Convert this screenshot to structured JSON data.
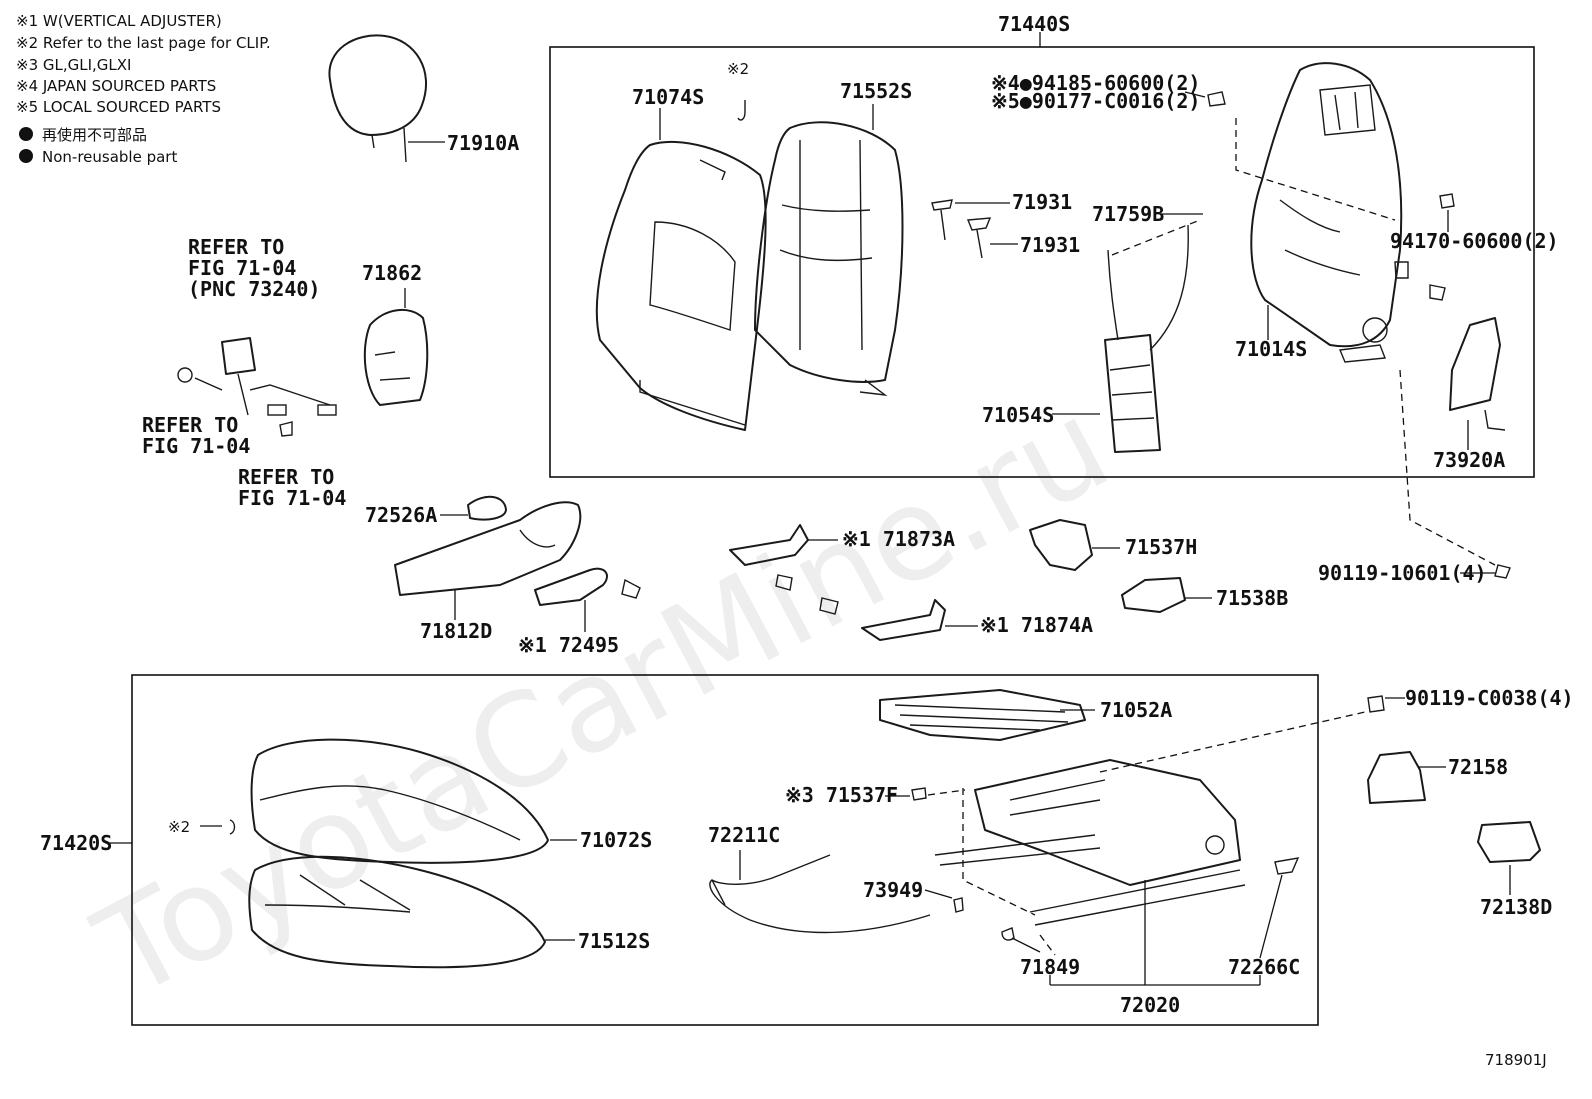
{
  "notes": {
    "n1": "※1 W(VERTICAL ADJUSTER)",
    "n2": "※2 Refer to the last page for CLIP.",
    "n3": "※3 GL,GLI,GLXI",
    "n4": "※4 JAPAN SOURCED PARTS",
    "n5": "※5 LOCAL SOURCED PARTS",
    "n6": "再使用不可部品",
    "n7": "Non-reusable part"
  },
  "watermark": "ToyotaCarMine.ru",
  "figure_code": "718901J",
  "labels": {
    "p71440S": "71440S",
    "p71910A": "71910A",
    "p71074S": "71074S",
    "clip2a": "※2",
    "p71552S": "71552S",
    "p94185": "※4●94185-60600(2)",
    "p90177": "※5●90177-C0016(2)",
    "p71931a": "71931",
    "p71931b": "71931",
    "p71759B": "71759B",
    "p94170": "94170-60600(2)",
    "p71014S": "71014S",
    "p71054S": "71054S",
    "p73920A": "73920A",
    "p90119a": "90119-10601(4)",
    "ref1a": "REFER TO",
    "ref1b": "FIG 71-04",
    "ref1c": "(PNC 73240)",
    "p71862": "71862",
    "ref2a": "REFER TO",
    "ref2b": "FIG 71-04",
    "ref3a": "REFER TO",
    "ref3b": "FIG 71-04",
    "p72526A": "72526A",
    "p71812D": "71812D",
    "p72495": "※1 72495",
    "p71873A": "※1 71873A",
    "p71537H": "71537H",
    "p71538B": "71538B",
    "p71874A": "※1 71874A",
    "p90119b": "90119-C0038(4)",
    "p71052A": "71052A",
    "p72158": "72158",
    "p71537F": "※3 71537F",
    "p71420S": "71420S",
    "clip2b": "※2",
    "p71072S": "71072S",
    "p72211C": "72211C",
    "p73949": "73949",
    "p71512S": "71512S",
    "p72138D": "72138D",
    "p71849": "71849",
    "p72266C": "72266C",
    "p72020": "72020"
  }
}
